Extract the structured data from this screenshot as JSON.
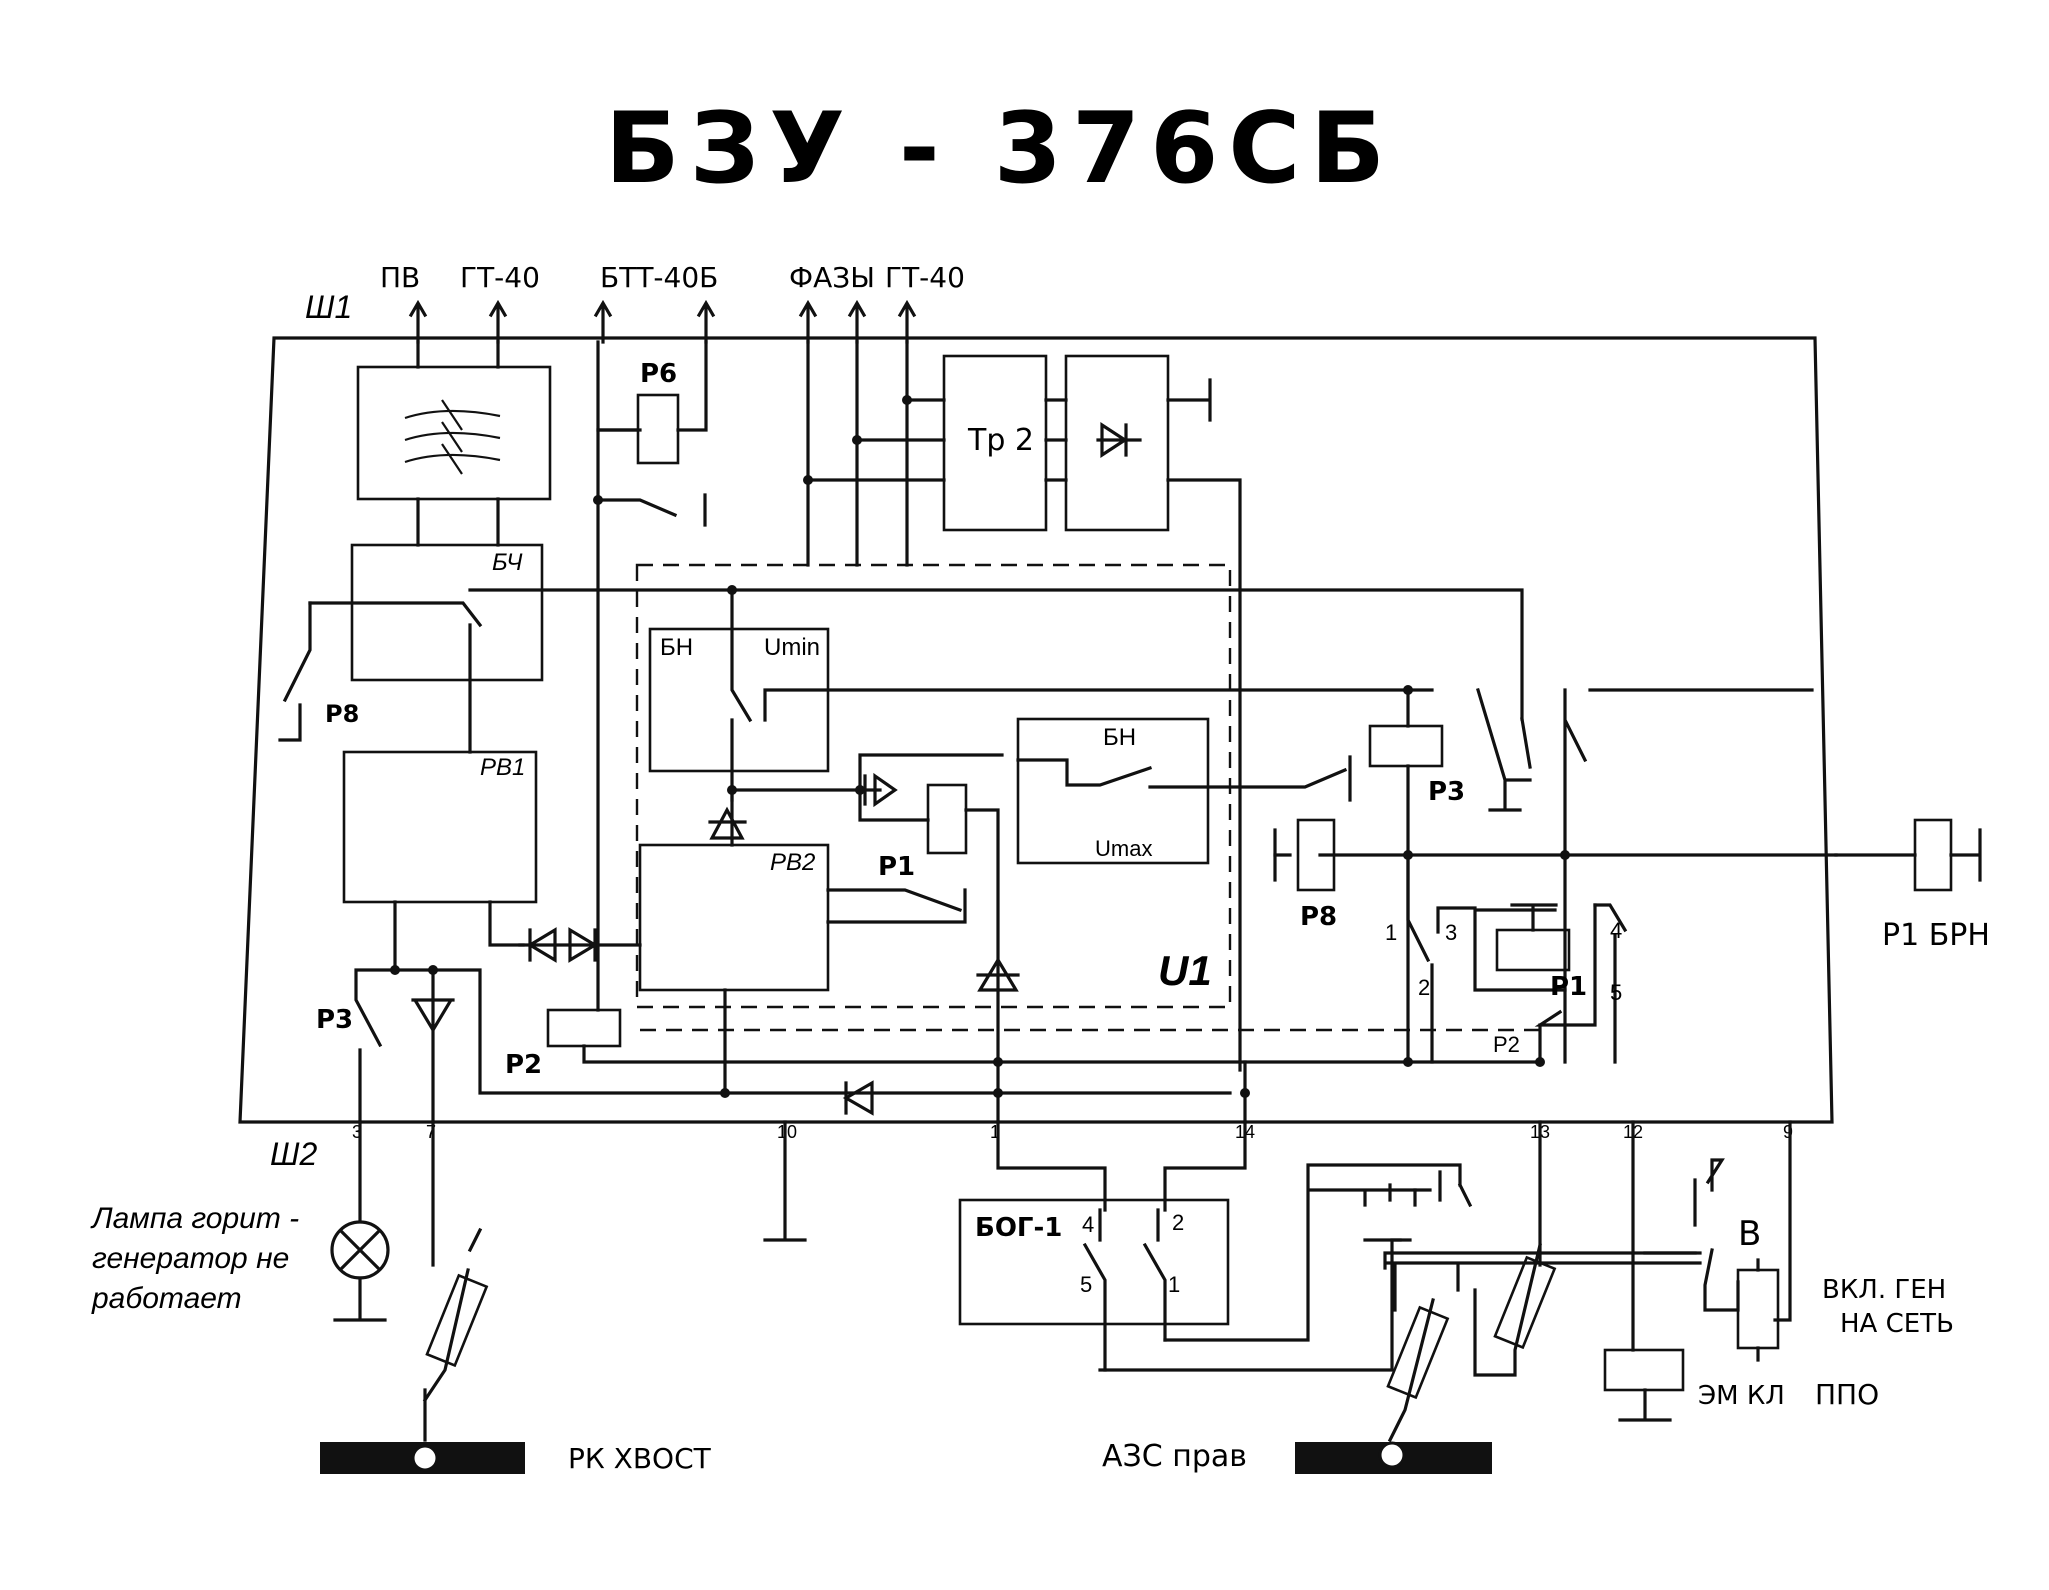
{
  "title": "БЗУ - 376СБ",
  "connectors": {
    "sh1": "Ш1",
    "sh2": "Ш2",
    "top": [
      "ПВ",
      "ГТ-40",
      "БТТ-40Б",
      "ФАЗЫ",
      "ГТ-40"
    ],
    "bottom_pins": [
      "3",
      "7",
      "10",
      "1",
      "14",
      "13",
      "12",
      "9"
    ]
  },
  "blocks": {
    "bch": "БЧ",
    "rv1": "РВ1",
    "rv2": "РВ2",
    "bn_min": "БН",
    "umin": "Umin",
    "bn_max": "БН",
    "umax": "Umax",
    "u1": "U1",
    "tr2": "Тр 2",
    "bog": "БОГ-1"
  },
  "relays": {
    "r6": "Р6",
    "r8_left": "Р8",
    "r8_right": "Р8",
    "r3_left": "Р3",
    "r3_right": "Р3",
    "r2_left": "Р2",
    "r2_right": "Р2",
    "r1_mid": "Р1",
    "r1_right": "Р1",
    "r1_brn": "Р1 БРН",
    "b": "В"
  },
  "contacts": {
    "c1": "1",
    "c2": "2",
    "c3": "3",
    "c4": "4",
    "c5": "5",
    "bog4": "4",
    "bog2": "2",
    "bog5": "5",
    "bog1": "1"
  },
  "captions": {
    "lamp_line1": "Лампа горит -",
    "lamp_line2": "генератор не",
    "lamp_line3": "работает",
    "rk": "РК ХВОСТ",
    "azs": "АЗС прав",
    "vkl1": "ВКЛ. ГЕН",
    "vkl2": "НА СЕТЬ",
    "em1": "ЭМ КЛ",
    "em2": "ППО"
  }
}
